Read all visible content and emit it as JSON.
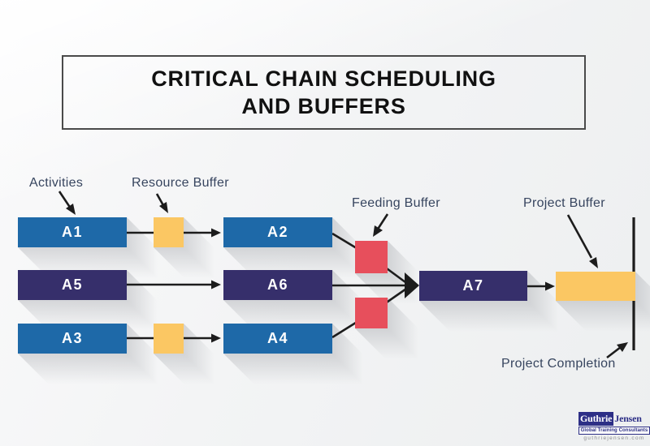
{
  "title": {
    "line1": "CRITICAL CHAIN SCHEDULING",
    "line2": "AND BUFFERS"
  },
  "annotations": {
    "activities": "Activities",
    "resource_buffer": "Resource Buffer",
    "feeding_buffer": "Feeding Buffer",
    "project_buffer": "Project Buffer",
    "project_completion": "Project Completion"
  },
  "activities": {
    "a1": "A1",
    "a2": "A2",
    "a3": "A3",
    "a4": "A4",
    "a5": "A5",
    "a6": "A6",
    "a7": "A7"
  },
  "colors": {
    "activity_blue": "#1E69A8",
    "critical_purple": "#362F6B",
    "buffer_yellow": "#FBC763",
    "feeding_red": "#E74F5C",
    "label_navy": "#37455F",
    "arrow_black": "#1C1C1C",
    "logo_navy": "#2D2F86"
  },
  "logo": {
    "name_left": "Guthrie",
    "name_right": "Jensen",
    "tagline": "Global Training Consultants",
    "website": "guthriejensen.com"
  }
}
